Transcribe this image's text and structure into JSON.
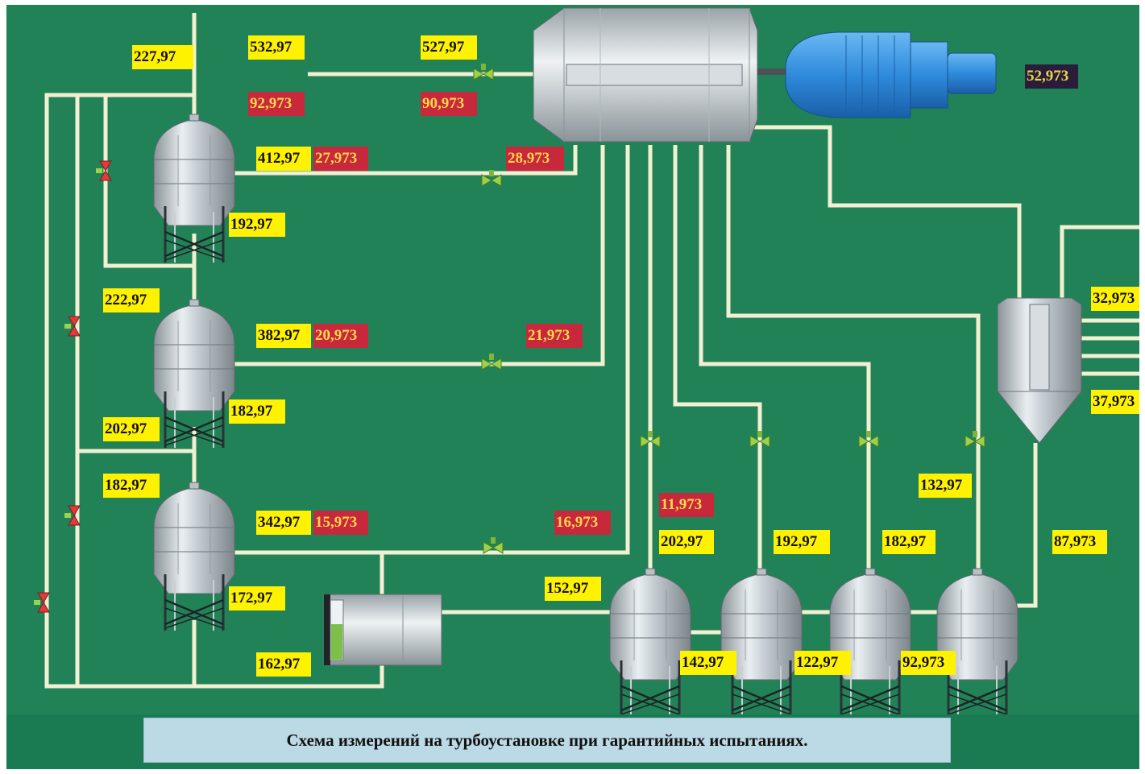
{
  "caption": "Схема измерений на турбоустановке при гарантийных испытаниях.",
  "colors": {
    "background": "#218258",
    "pipe": "#f2f0d2",
    "label_normal_bg": "#fff200",
    "label_alarm_bg": "#c8283c",
    "label_alarm_text": "#ffd94a",
    "label_motor_bg": "#2a1d3a",
    "motor": "#2f8bdc",
    "caption_bg": "#bcd9e6"
  },
  "readouts": {
    "steam_inlet_a": "532,97",
    "steam_inlet_a_alarm": "92,973",
    "steam_inlet_b": "527,97",
    "steam_inlet_b_alarm": "90,973",
    "motor_value": "52,973",
    "heater1_inlet": "227,97",
    "heater1_temp": "412,97",
    "heater1_alarm": "27,973",
    "heater1_extract_alarm": "28,973",
    "heater1_bottom": "192,97",
    "heater2_inlet": "222,97",
    "heater2_temp": "382,97",
    "heater2_alarm": "20,973",
    "heater2_extract_alarm": "21,973",
    "heater2_bottom": "182,97",
    "heater2_drain": "202,97",
    "heater3_inlet": "182,97",
    "heater3_temp": "342,97",
    "heater3_alarm": "15,973",
    "heater3_extract_alarm": "16,973",
    "heater3_bottom": "172,97",
    "tank_bottom": "162,97",
    "tank_outlet": "152,97",
    "lp_extract_alarm": "11,973",
    "lp1_top": "202,97",
    "lp2_top": "192,97",
    "lp3_top": "182,97",
    "lp4_line": "132,97",
    "deaerator_out": "87,973",
    "lp_link1": "142,97",
    "lp_link2": "122,97",
    "lp_link3": "92,973",
    "deaerator_top": "32,973",
    "deaerator_bottom": "37,973"
  },
  "icons": {
    "valve": "valve-icon",
    "alarm_valve": "alarm-valve-icon",
    "turbine": "turbine-icon",
    "motor": "generator-icon",
    "heater": "heater-vessel-icon",
    "tank": "tank-icon",
    "deaerator": "deaerator-icon"
  }
}
